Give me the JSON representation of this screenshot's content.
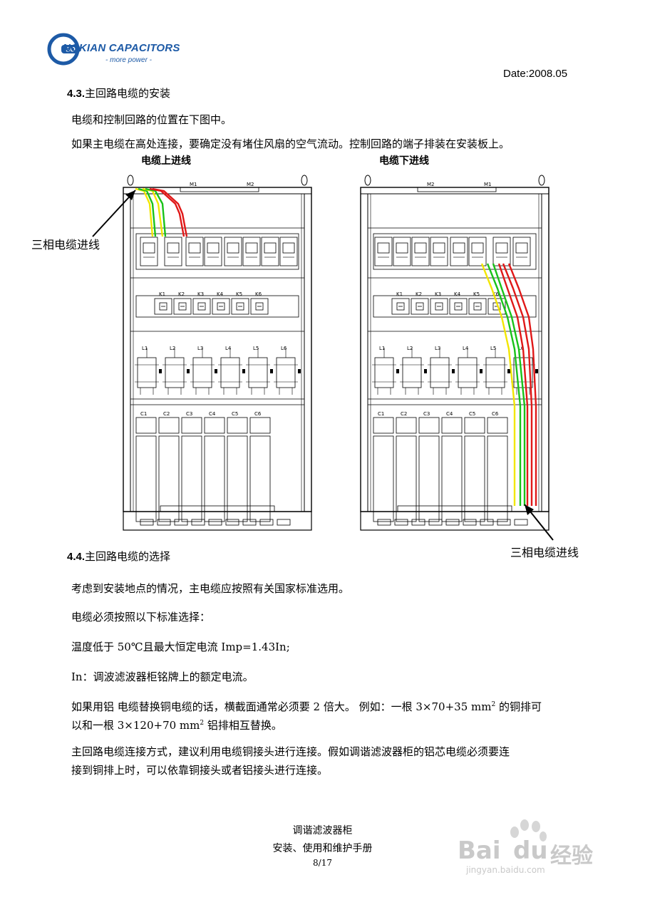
{
  "logo": {
    "company": "NOKIAN CAPACITORS",
    "tagline": "- more power -",
    "emblem_text": "SO"
  },
  "date": "Date:2008.05",
  "section_43": {
    "number": "4.3.",
    "title": "主回路电缆的安装",
    "p1": "电缆和控制回路的位置在下图中。",
    "p2": "如果主电缆在高处连接，要确定没有堵住风扇的空气流动。控制回路的端子排装在安装板上。"
  },
  "figure": {
    "left_title": "电缆上进线",
    "right_title": "电缆下进线",
    "callout_left": "三相电缆进线",
    "callout_right": "三相电缆进线",
    "top_bar_left": "M1",
    "top_bar_right": "M2",
    "switch_labels": [
      "K1",
      "K2",
      "K3",
      "K4",
      "K5",
      "K6"
    ],
    "reactor_labels": [
      "L1",
      "L2",
      "L3",
      "L4",
      "L5",
      "L6"
    ],
    "capacitor_labels": [
      "C1",
      "C2",
      "C3",
      "C4",
      "C5",
      "C6"
    ],
    "wire_colors": {
      "yellow": "#f2e600",
      "green": "#19c219",
      "red": "#e01818"
    }
  },
  "section_44": {
    "number": "4.4.",
    "title": "主回路电缆的选择",
    "p1": "考虑到安装地点的情况，主电缆应按照有关国家标准选用。",
    "p2": "电缆必须按照以下标准选择：",
    "p3": "温度低于 50℃且最大恒定电流 Imp=1.43In;",
    "p4": "In：调波滤波器柜铭牌上的额定电流。",
    "p5_a": "如果用铝 电缆替换铜电缆的话，横截面通常必须要 2 倍大。 例如：一根 3×70+35 mm",
    "p5_sup1": "2",
    "p5_b": " 的铜排可",
    "p5_c": "以和一根 3×120+70 mm",
    "p5_sup2": "2",
    "p5_d": " 铝排相互替换。",
    "p6_a": "主回路电缆连接方式，建议利用电缆铜接头进行连接。假如调谐滤波器柜的铝芯电缆必须要连",
    "p6_b": "接到铜排上时，可以依靠铜接头或者铝接头进行连接。"
  },
  "footer": {
    "line1": "调谐滤波器柜",
    "line2": "安装、使用和维护手册",
    "page": "8/17"
  },
  "watermark": {
    "brand_a": "Bai",
    "brand_b": "du",
    "brand_cn": "经验",
    "url": "jingyan.baidu.com"
  }
}
